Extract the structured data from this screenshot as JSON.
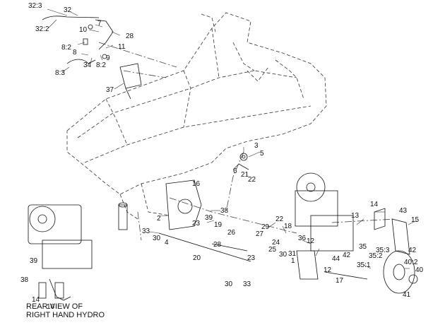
{
  "diagram": {
    "caption_lines": [
      "REAR VIEW OF",
      "RIGHT HAND HYDRO"
    ],
    "callouts": [
      {
        "id": "c1",
        "text": "32:3"
      },
      {
        "id": "c2",
        "text": "32"
      },
      {
        "id": "c3",
        "text": "32:2"
      },
      {
        "id": "c4",
        "text": "7"
      },
      {
        "id": "c5",
        "text": "10"
      },
      {
        "id": "c6",
        "text": "28"
      },
      {
        "id": "c7",
        "text": "8:2"
      },
      {
        "id": "c8",
        "text": "11"
      },
      {
        "id": "c9",
        "text": "8"
      },
      {
        "id": "c10",
        "text": "9"
      },
      {
        "id": "c11",
        "text": "34"
      },
      {
        "id": "c12",
        "text": "8:2"
      },
      {
        "id": "c13",
        "text": "8:3"
      },
      {
        "id": "c14",
        "text": "37"
      },
      {
        "id": "c15",
        "text": "3"
      },
      {
        "id": "c16",
        "text": "5"
      },
      {
        "id": "c17",
        "text": "6"
      },
      {
        "id": "c18",
        "text": "21"
      },
      {
        "id": "c19",
        "text": "22"
      },
      {
        "id": "c20",
        "text": "16"
      },
      {
        "id": "c21",
        "text": "38"
      },
      {
        "id": "c22",
        "text": "2"
      },
      {
        "id": "c23",
        "text": "39"
      },
      {
        "id": "c24",
        "text": "23"
      },
      {
        "id": "c25",
        "text": "19"
      },
      {
        "id": "c26",
        "text": "33"
      },
      {
        "id": "c27",
        "text": "30"
      },
      {
        "id": "c28",
        "text": "4"
      },
      {
        "id": "c29",
        "text": "26"
      },
      {
        "id": "c30",
        "text": "28"
      },
      {
        "id": "c31",
        "text": "20"
      },
      {
        "id": "c32",
        "text": "23"
      },
      {
        "id": "c33",
        "text": "30"
      },
      {
        "id": "c34",
        "text": "33"
      },
      {
        "id": "c35",
        "text": "29"
      },
      {
        "id": "c36",
        "text": "27"
      },
      {
        "id": "c37",
        "text": "22"
      },
      {
        "id": "c38",
        "text": "18"
      },
      {
        "id": "c39",
        "text": "24"
      },
      {
        "id": "c40",
        "text": "25"
      },
      {
        "id": "c41",
        "text": "30"
      },
      {
        "id": "c42",
        "text": "31"
      },
      {
        "id": "c43",
        "text": "36"
      },
      {
        "id": "c44",
        "text": "12"
      },
      {
        "id": "c45",
        "text": "1"
      },
      {
        "id": "c46",
        "text": "12"
      },
      {
        "id": "c47",
        "text": "44"
      },
      {
        "id": "c48",
        "text": "42"
      },
      {
        "id": "c49",
        "text": "17"
      },
      {
        "id": "c50",
        "text": "13"
      },
      {
        "id": "c51",
        "text": "14"
      },
      {
        "id": "c52",
        "text": "43"
      },
      {
        "id": "c53",
        "text": "15"
      },
      {
        "id": "c54",
        "text": "35"
      },
      {
        "id": "c55",
        "text": "35:3"
      },
      {
        "id": "c56",
        "text": "35:2"
      },
      {
        "id": "c57",
        "text": "42"
      },
      {
        "id": "c58",
        "text": "35:1"
      },
      {
        "id": "c59",
        "text": "40:2"
      },
      {
        "id": "c60",
        "text": "40"
      },
      {
        "id": "c61",
        "text": "41"
      },
      {
        "id": "c62",
        "text": "39"
      },
      {
        "id": "c63",
        "text": "38"
      },
      {
        "id": "c64",
        "text": "14"
      },
      {
        "id": "c65",
        "text": "16"
      }
    ]
  }
}
